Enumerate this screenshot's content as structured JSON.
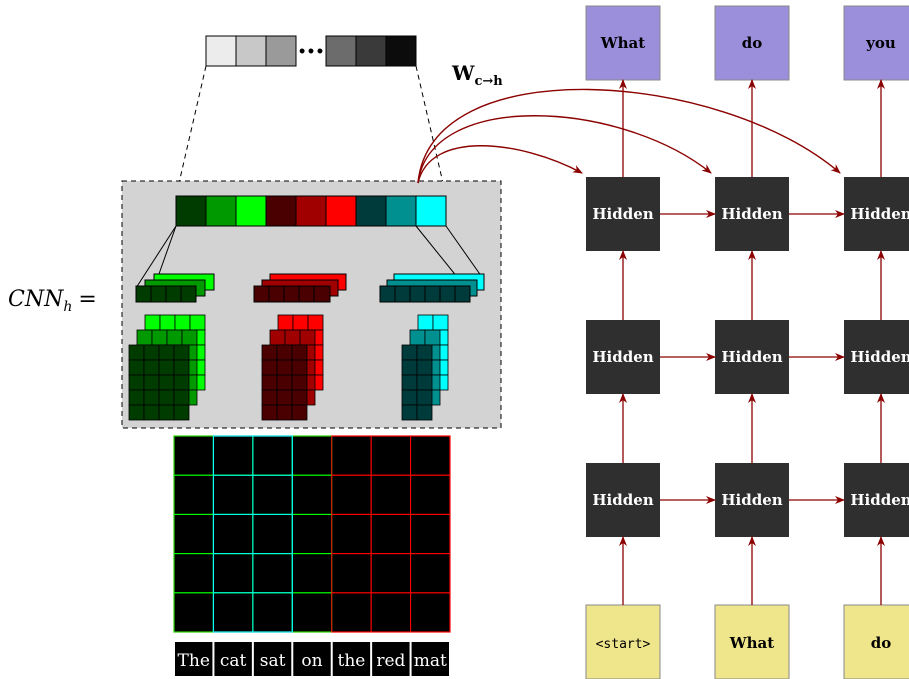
{
  "weights_label": "W",
  "weights_subscript": "c→h",
  "cnn_label": "CNN",
  "cnn_subscript": "h",
  "cnn_equals": "=",
  "ellipsis": "•••",
  "outputs": [
    "What",
    "do",
    "you"
  ],
  "inputs": [
    "<start>",
    "What",
    "do"
  ],
  "hidden_label": "Hidden",
  "sentence": [
    "The",
    "cat",
    "sat",
    "on",
    "the",
    "red",
    "mat"
  ],
  "colors": {
    "arrow": "#8b0000",
    "hidden_box": "#2f2f2f",
    "output_box": "#9b8fdc",
    "input_box": "#efe68c",
    "cnn_panel": "#d3d3d3",
    "green": "#00ff00",
    "red": "#ff0000",
    "cyan": "#00ffff"
  },
  "feature_vector_colors": [
    "#003b00",
    "#009900",
    "#00ff00",
    "#4a0000",
    "#a00000",
    "#ff0000",
    "#003b3b",
    "#009090",
    "#00ffff"
  ],
  "grayscale_colors": [
    "#ececec",
    "#c8c8c8",
    "#9a9a9a",
    "#6c6c6c",
    "#3a3a3a",
    "#0c0c0c"
  ]
}
